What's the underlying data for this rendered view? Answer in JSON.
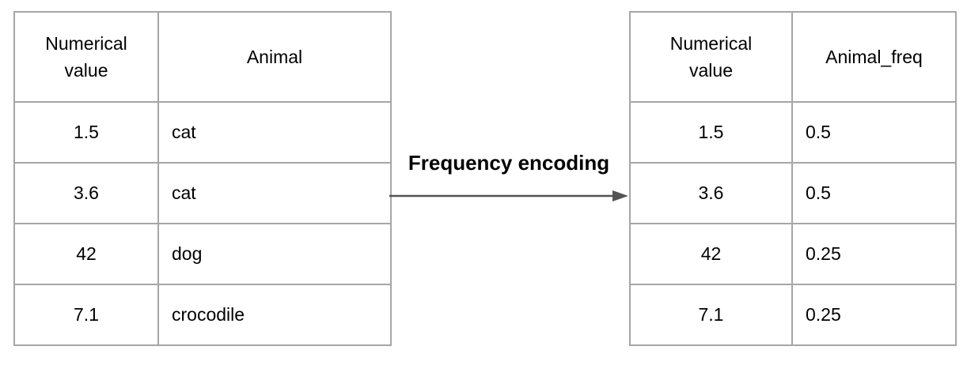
{
  "diagram": {
    "arrow_label": "Frequency encoding"
  },
  "left_table": {
    "headers": [
      "Numerical value",
      "Animal"
    ],
    "rows": [
      [
        "1.5",
        "cat"
      ],
      [
        "3.6",
        "cat"
      ],
      [
        "42",
        "dog"
      ],
      [
        "7.1",
        "crocodile"
      ]
    ]
  },
  "right_table": {
    "headers": [
      "Numerical value",
      "Animal_freq"
    ],
    "rows": [
      [
        "1.5",
        "0.5"
      ],
      [
        "3.6",
        "0.5"
      ],
      [
        "42",
        "0.25"
      ],
      [
        "7.1",
        "0.25"
      ]
    ]
  },
  "colors": {
    "table_border": "#a6a6a6",
    "arrow": "#545454",
    "text": "#000000"
  }
}
